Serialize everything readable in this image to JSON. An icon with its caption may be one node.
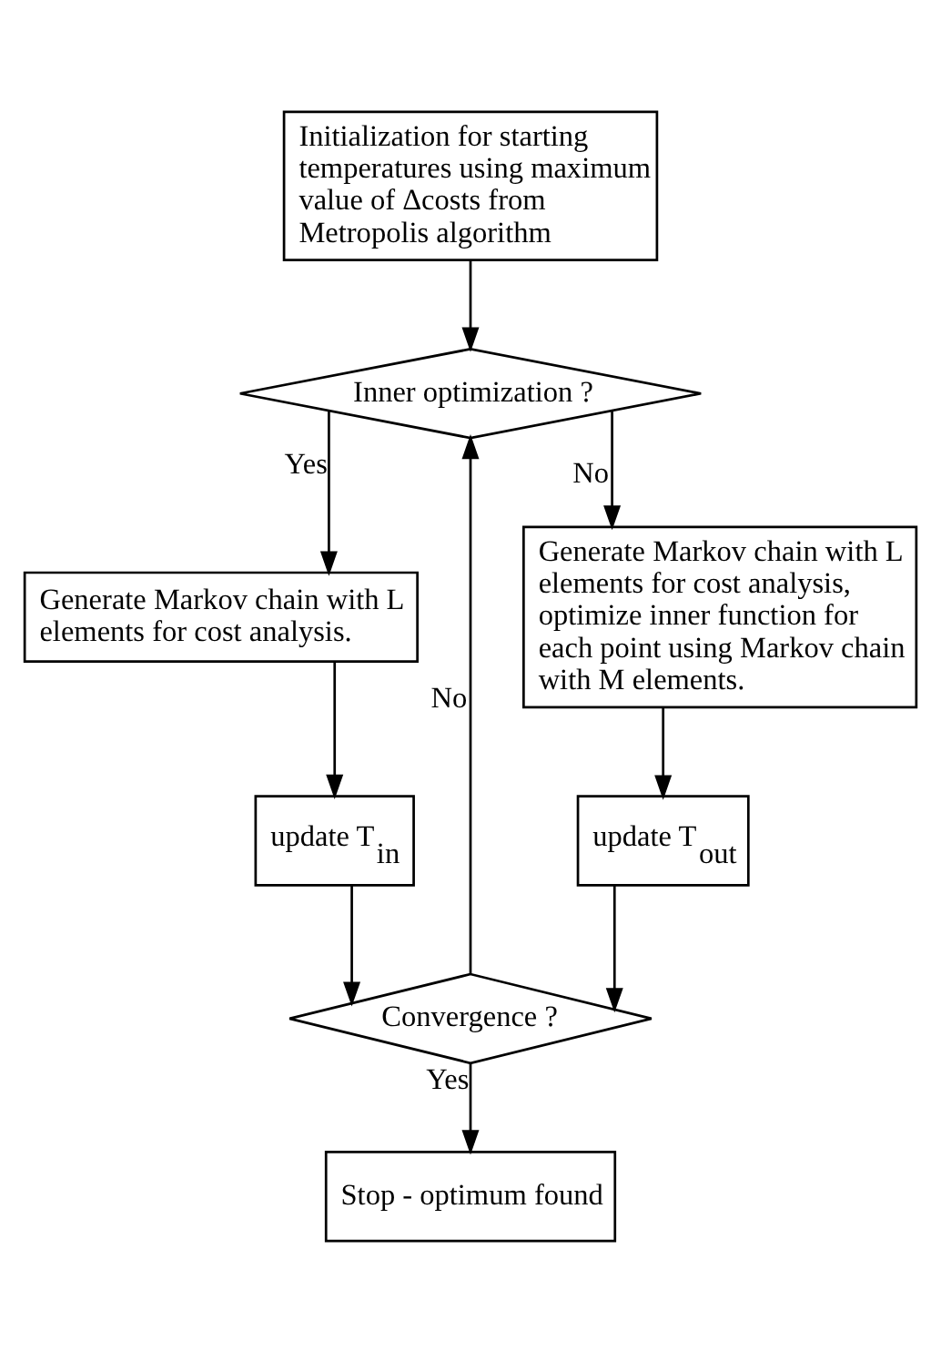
{
  "diagram": {
    "nodes": [
      {
        "text": [
          "Initialization for starting temperatures using maximum value of Δcosts from Metropolis algorithm"
        ]
      },
      {
        "text": [
          "Inner optimization ?"
        ]
      },
      {
        "text": [
          "Generate Markov chain with L elements for cost analysis."
        ]
      },
      {
        "text": [
          "Generate Markov chain with L elements for cost analysis, optimize inner function for each point using Markov chain with M elements."
        ]
      },
      {
        "text": [
          "update T$_{in}$"
        ]
      },
      {
        "text": [
          "update T$_{out}$"
        ]
      },
      {
        "text": [
          "Convergence ?"
        ]
      },
      {
        "text": [
          "Stop - optimum found"
        ]
      }
    ],
    "edges": [
      {
        "from": 0,
        "to": 1,
        "arrow": "to"
      },
      {
        "from": 1,
        "to": 2,
        "arrow": "to",
        "label": "Yes"
      },
      {
        "from": 1,
        "to": 3,
        "arrow": "to",
        "label": "No"
      },
      {
        "from": 2,
        "to": 4,
        "arrow": "to"
      },
      {
        "from": 3,
        "to": 5,
        "arrow": "to"
      },
      {
        "from": 4,
        "to": 6,
        "arrow": "to"
      },
      {
        "from": 5,
        "to": 6,
        "arrow": "to"
      },
      {
        "from": 6,
        "to": 1,
        "arrow": "to",
        "label": "No"
      },
      {
        "from": 6,
        "to": 7,
        "arrow": "to",
        "label": "Yes"
      }
    ]
  }
}
